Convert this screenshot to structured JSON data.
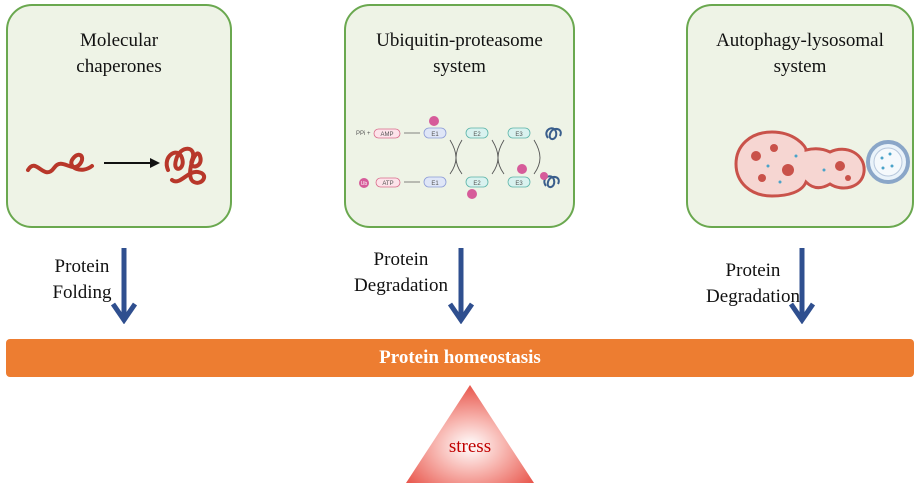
{
  "panels": [
    {
      "title": "Molecular\nchaperones"
    },
    {
      "title": "Ubiquitin-proteasome\nsystem"
    },
    {
      "title": "Autophagy-lysosomal\nsystem"
    }
  ],
  "ups_art": {
    "ppi": "PPi +",
    "amp": "AMP",
    "atp": "ATP",
    "ub": "Ub",
    "e1": "E1",
    "e2": "E2",
    "e3": "E3"
  },
  "processes": [
    {
      "label": "Protein\nFolding"
    },
    {
      "label": "Protein\nDegradation"
    },
    {
      "label": "Protein\nDegradation"
    }
  ],
  "balance": {
    "label": "Protein homeostasis"
  },
  "fulcrum": {
    "label": "stress"
  },
  "colors": {
    "panel_border": "#6aa84f",
    "panel_fill": "#eef3e6",
    "arrow": "#2f4f8f",
    "bar": "#ed7d31",
    "stress_text": "#c00000"
  }
}
